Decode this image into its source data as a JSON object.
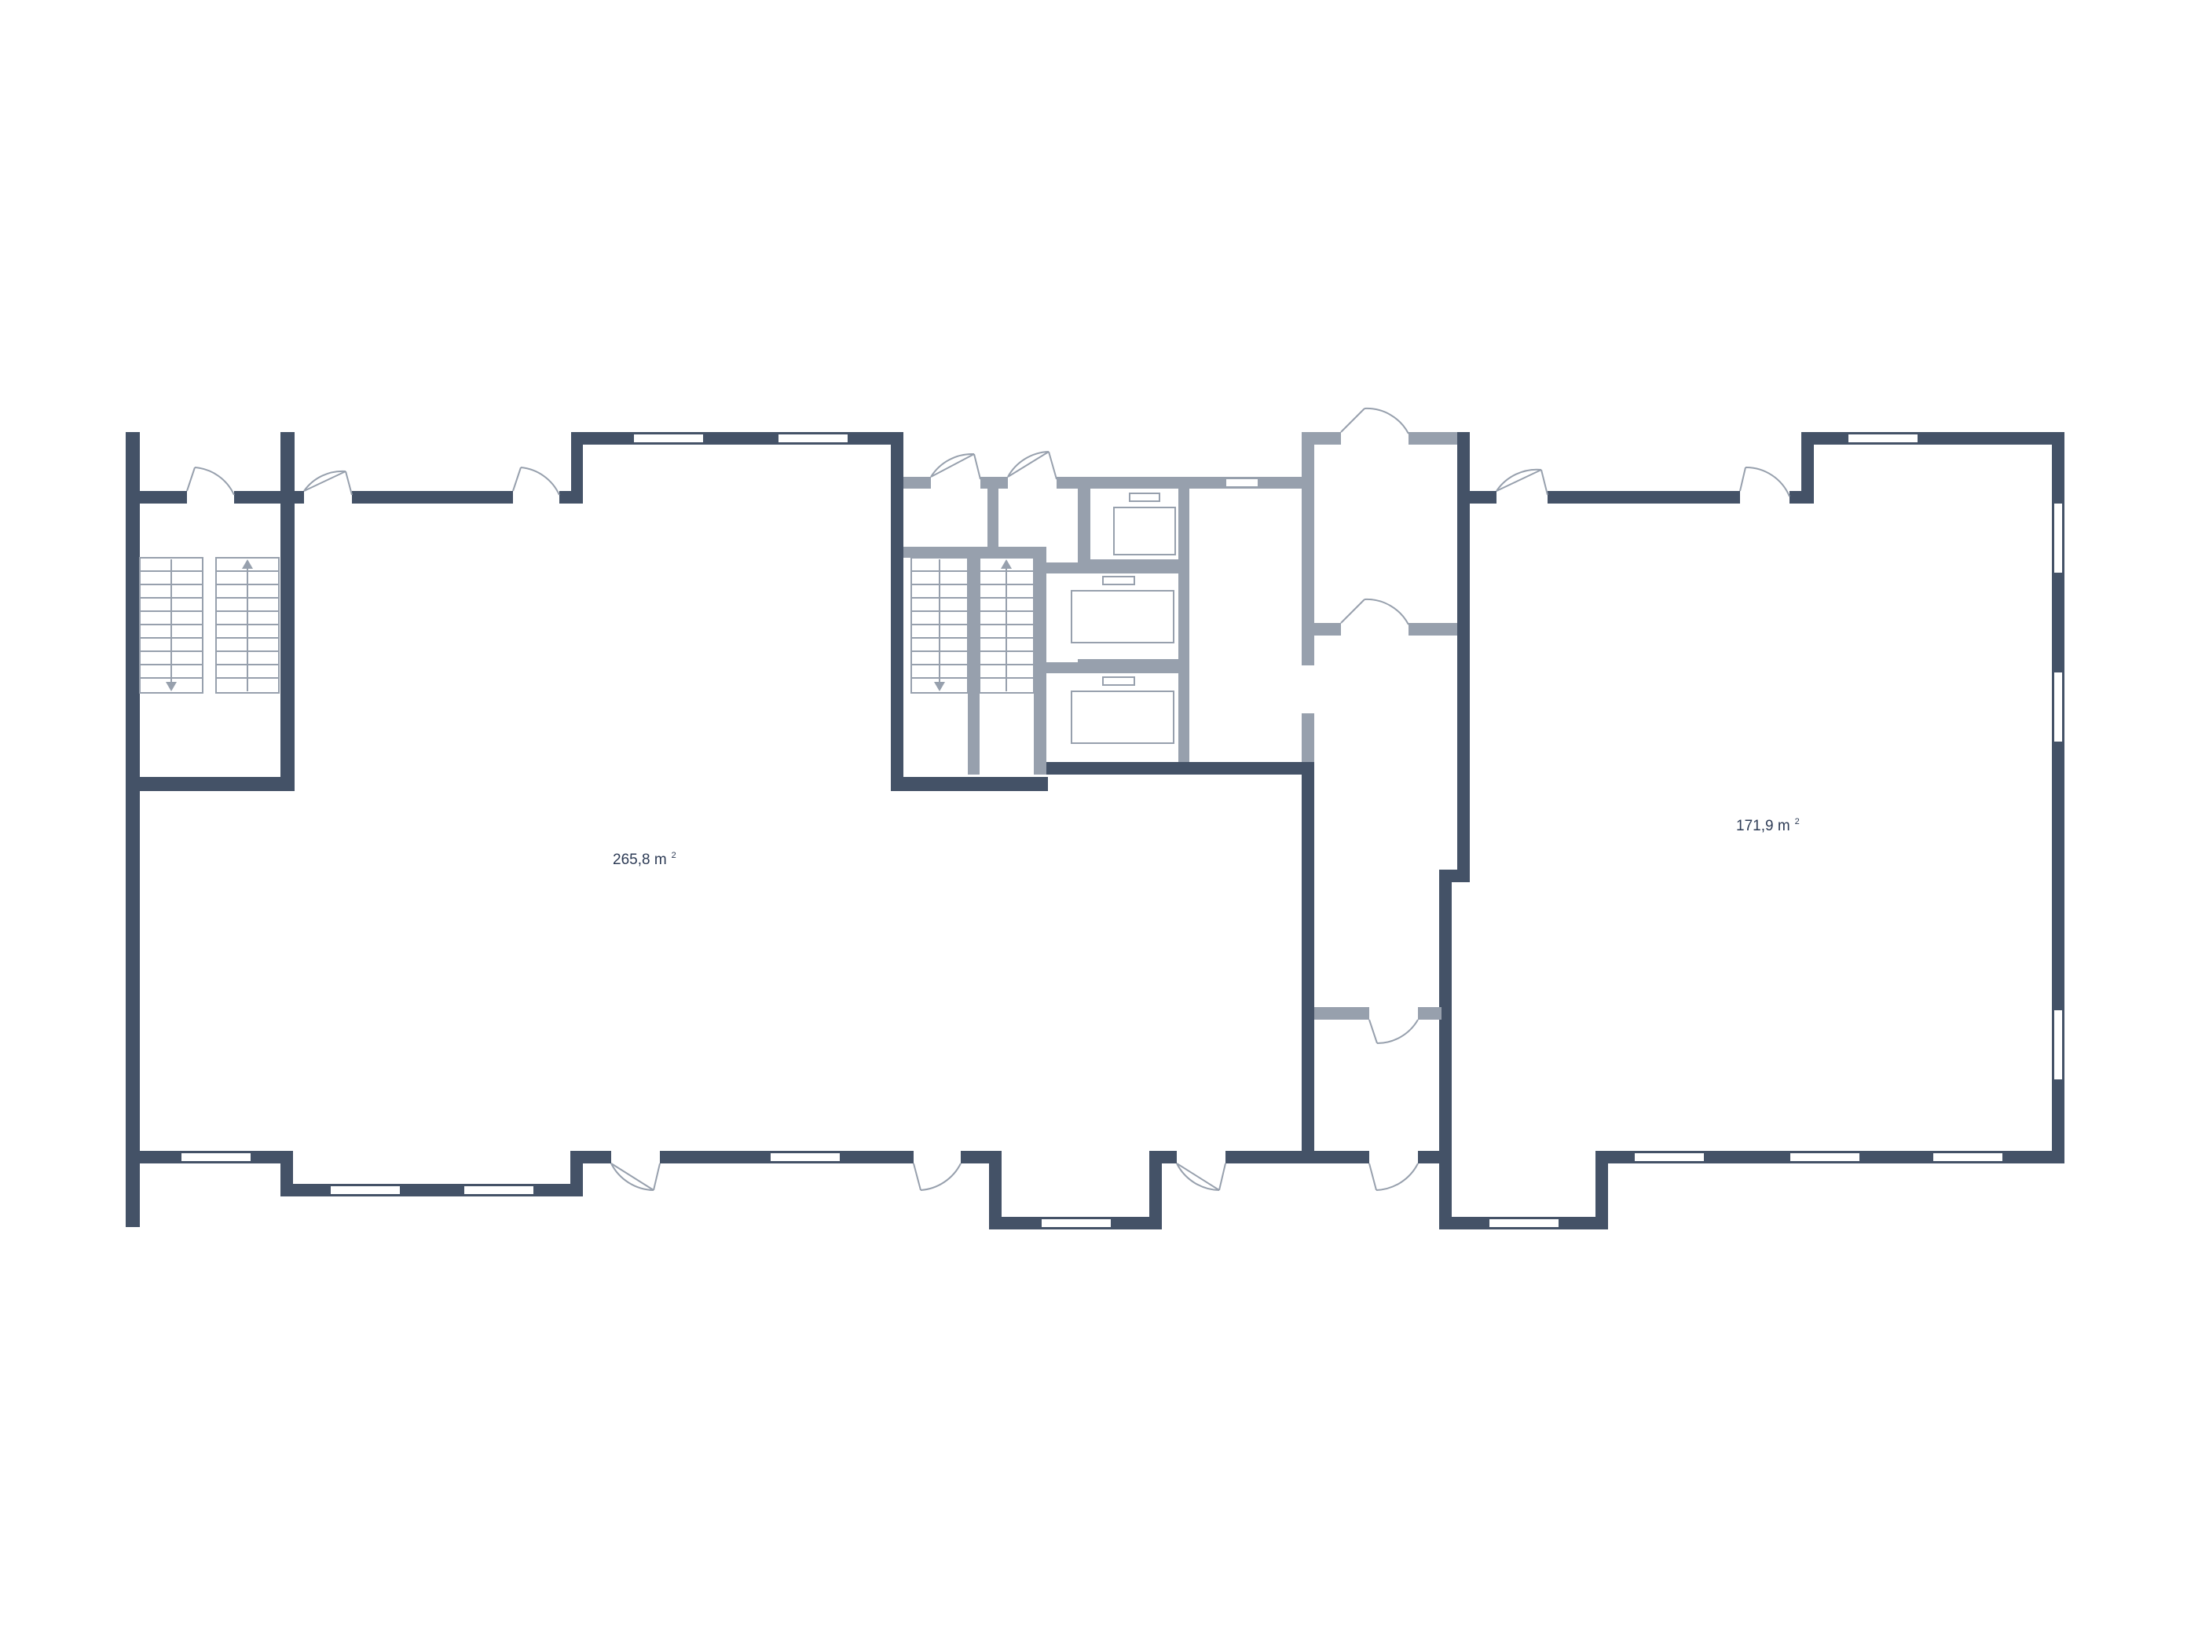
{
  "rooms": [
    {
      "area": "265,8 m",
      "sup": "2"
    },
    {
      "area": "171,9 m",
      "sup": "2"
    }
  ],
  "colors": {
    "exterior_wall": "#445267",
    "interior_wall": "#97a0ad",
    "label": "#2d3b55",
    "background": "#ffffff"
  },
  "symbols": [
    "door-icon",
    "window-icon",
    "stair-icon",
    "elevator-icon"
  ]
}
